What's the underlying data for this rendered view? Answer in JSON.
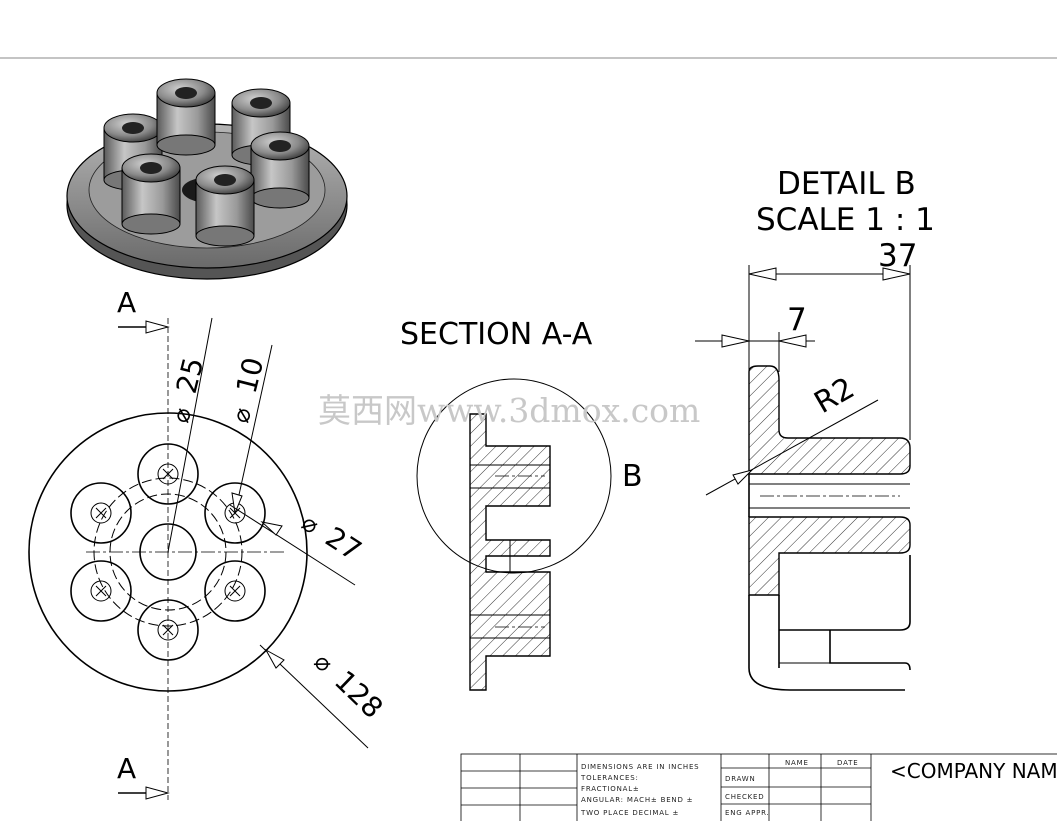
{
  "views": {
    "section_cut_label_top": "A",
    "section_cut_label_bottom": "A",
    "section_title": "SECTION A-A",
    "detail_callout": "B",
    "detail_title": "DETAIL B",
    "detail_scale": "SCALE 1 : 1"
  },
  "dimensions": {
    "dia_25": "25",
    "dia_10": "10",
    "dia_27": "27",
    "dia_128": "128",
    "len_37": "37",
    "len_7": "7",
    "radius": "R2",
    "dia_symbol": "⌀"
  },
  "watermark": "莫西网www.3dmox.com",
  "title_block": {
    "notes": [
      "DIMENSIONS ARE IN INCHES",
      "TOLERANCES:",
      "FRACTIONAL±",
      "ANGULAR: MACH±    BEND ±",
      "TWO PLACE DECIMAL   ±"
    ],
    "col_name": "NAME",
    "col_date": "DATE",
    "row_drawn": "DRAWN",
    "row_checked": "CHECKED",
    "row_eng": "ENG APPR.",
    "company": "<COMPANY NAME>"
  }
}
